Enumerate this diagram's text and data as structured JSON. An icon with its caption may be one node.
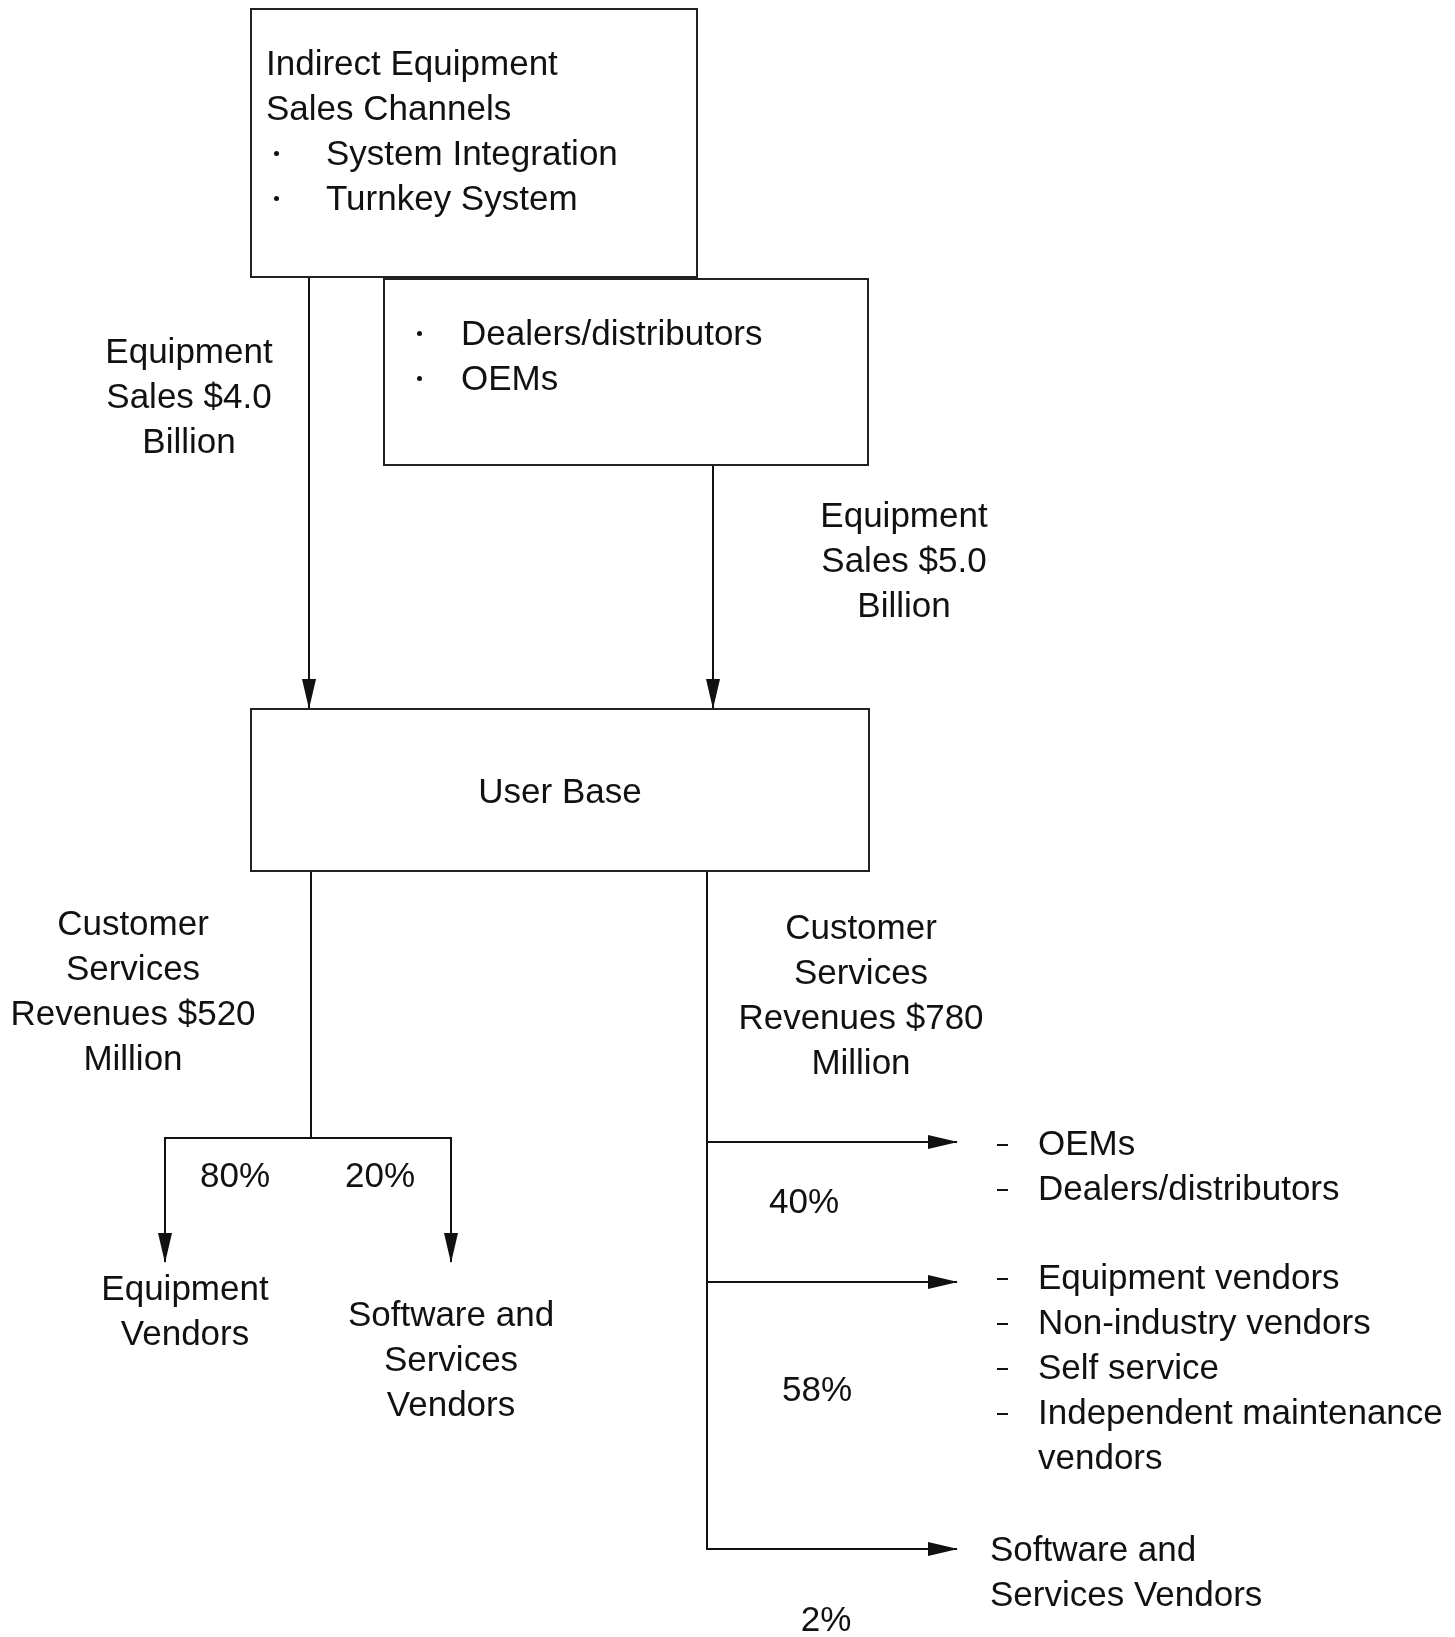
{
  "diagram": {
    "nodes": [
      {
        "text": [
          "Indirect Equipment Sales Channels",
          "System Integration",
          "Turnkey System"
        ]
      },
      {
        "text": [
          "Dealers/distributors",
          "OEMs"
        ]
      },
      {
        "text": [
          "User Base"
        ]
      },
      {
        "text": [
          "Equipment Vendors"
        ]
      },
      {
        "text": [
          "Software and Services Vendors"
        ]
      },
      {
        "text": [
          "OEMs",
          "Dealers/distributors"
        ]
      },
      {
        "text": [
          "Equipment vendors",
          "Non-industry vendors",
          "Self service",
          "Independent maintenance vendors"
        ]
      },
      {
        "text": [
          "Software and Services Vendors"
        ]
      }
    ],
    "edges": [
      {
        "from": 0,
        "to": 2,
        "arrow": "to",
        "label": "Equipment Sales $4.0 Billion"
      },
      {
        "from": 1,
        "to": 2,
        "arrow": "to",
        "label": "Equipment Sales $5.0 Billion"
      },
      {
        "from": 2,
        "to": 3,
        "arrow": "to",
        "label": "80%"
      },
      {
        "from": 2,
        "to": 4,
        "arrow": "to",
        "label": "20%"
      },
      {
        "from": 2,
        "to": 5,
        "arrow": "to",
        "label": "40%"
      },
      {
        "from": 2,
        "to": 6,
        "arrow": "to",
        "label": "58%"
      },
      {
        "from": 2,
        "to": 7,
        "arrow": "to",
        "label": "2%"
      }
    ],
    "labels": [
      "Customer Services Revenues $520 Million",
      "Customer Services Revenues $780 Million"
    ]
  }
}
